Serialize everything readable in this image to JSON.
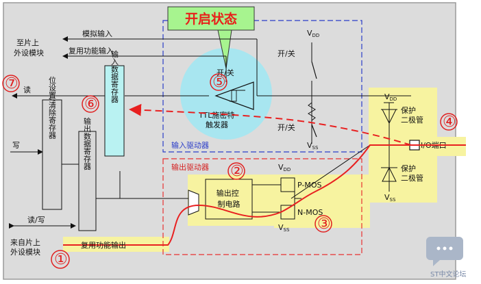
{
  "title": "开启状态",
  "external": {
    "to_peripheral": "至片上\n外设模块",
    "from_peripheral": "来自片上\n外设模块"
  },
  "signals": {
    "analog_in": "模拟输入",
    "af_in": "复用功能输入",
    "read": "读",
    "write": "写",
    "read_write": "读/写",
    "af_out": "复用功能输出"
  },
  "blocks": {
    "input_data_reg": "输入数据寄存器",
    "bsrr": "位设置/清除寄存器",
    "output_data_reg": "输出数据寄存器",
    "output_ctrl": "输出控\n制电路",
    "schmitt": "TTL施密特\n触发器",
    "on_off": "开/关",
    "pmos": "P-MOS",
    "nmos": "N-MOS",
    "vdd": "VDD",
    "vss": "VSS",
    "switch_top": "开/关",
    "switch_bottom": "开/关",
    "diode_top": "保护\n二极管",
    "diode_bottom": "保护\n二极管",
    "io_pin": "I/O端口"
  },
  "regions": {
    "input_driver": "输入驱动器",
    "output_driver": "输出驱动器"
  },
  "markers": [
    "①",
    "②",
    "③",
    "④",
    "⑤",
    "⑥",
    "⑦"
  ],
  "watermark": "ST中文论坛",
  "colors": {
    "panel": "#dcdcdc",
    "highlight": "#f7f3a0",
    "bubble": "#a8e6f0",
    "title_bg": "#a7f48f",
    "path": "#e82020",
    "input_box": "#b9f2f2",
    "blue_region": "#2a3cc8",
    "red_region": "#e83030"
  }
}
